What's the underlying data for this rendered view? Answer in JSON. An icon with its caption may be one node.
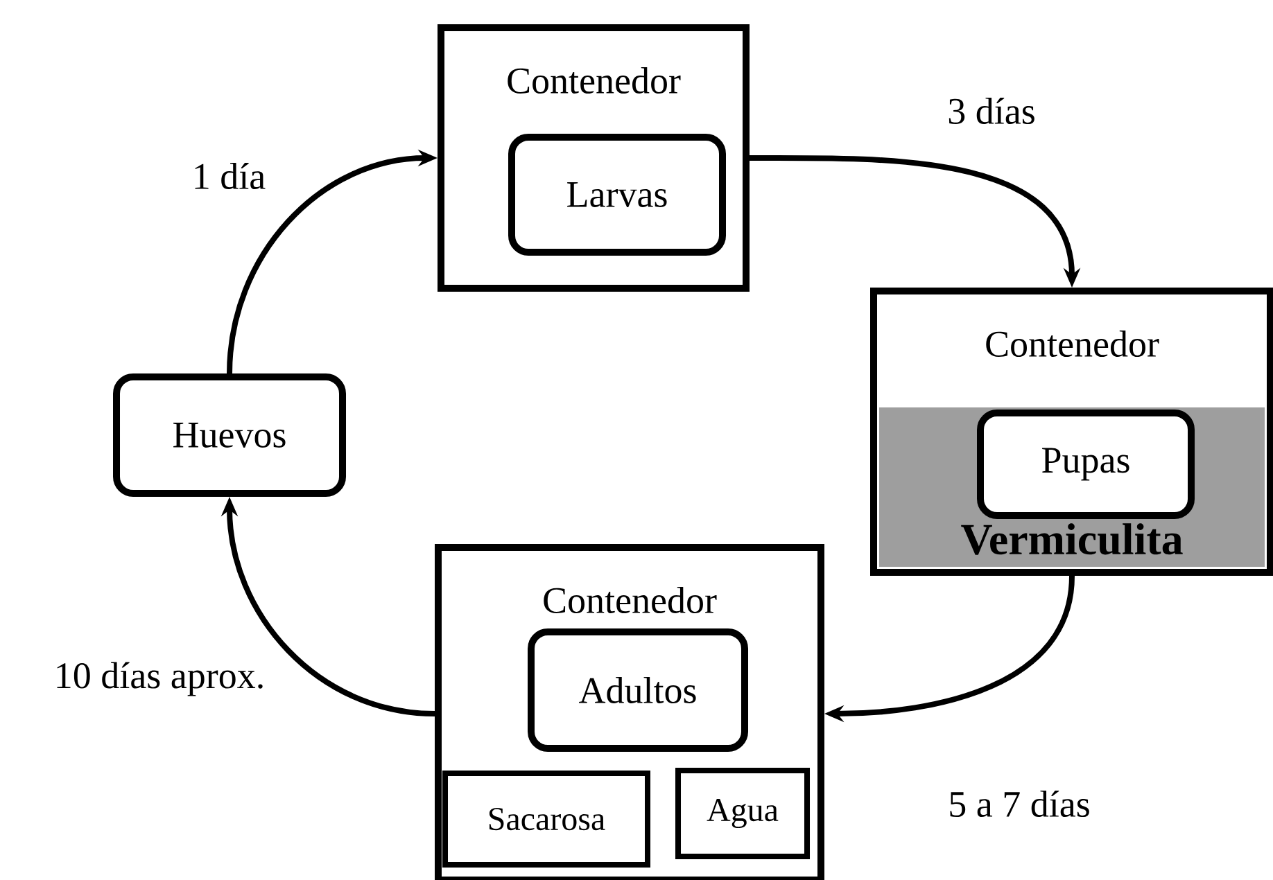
{
  "diagram": {
    "nodes": [
      {
        "text": [
          "Contenedor"
        ]
      },
      {
        "text": [
          "Larvas"
        ],
        "in": 0
      },
      {
        "text": [
          "Contenedor"
        ]
      },
      {
        "text": [
          "Vermiculita"
        ],
        "in": 2
      },
      {
        "text": [
          "Pupas"
        ],
        "in": 3
      },
      {
        "text": [
          "Contenedor"
        ]
      },
      {
        "text": [
          "Adultos"
        ],
        "in": 5
      },
      {
        "text": [
          "Sacarosa"
        ],
        "in": 5
      },
      {
        "text": [
          "Agua"
        ],
        "in": 5
      },
      {
        "text": [
          "Huevos"
        ]
      }
    ],
    "edges": [
      {
        "from": 9,
        "to": 0,
        "arrow": "to",
        "label": "1 día"
      },
      {
        "from": 0,
        "to": 2,
        "arrow": "to",
        "label": "3 días"
      },
      {
        "from": 2,
        "to": 5,
        "arrow": "to",
        "label": "5 a 7 días"
      },
      {
        "from": 5,
        "to": 9,
        "arrow": "to",
        "label": "10 días aprox."
      }
    ]
  }
}
